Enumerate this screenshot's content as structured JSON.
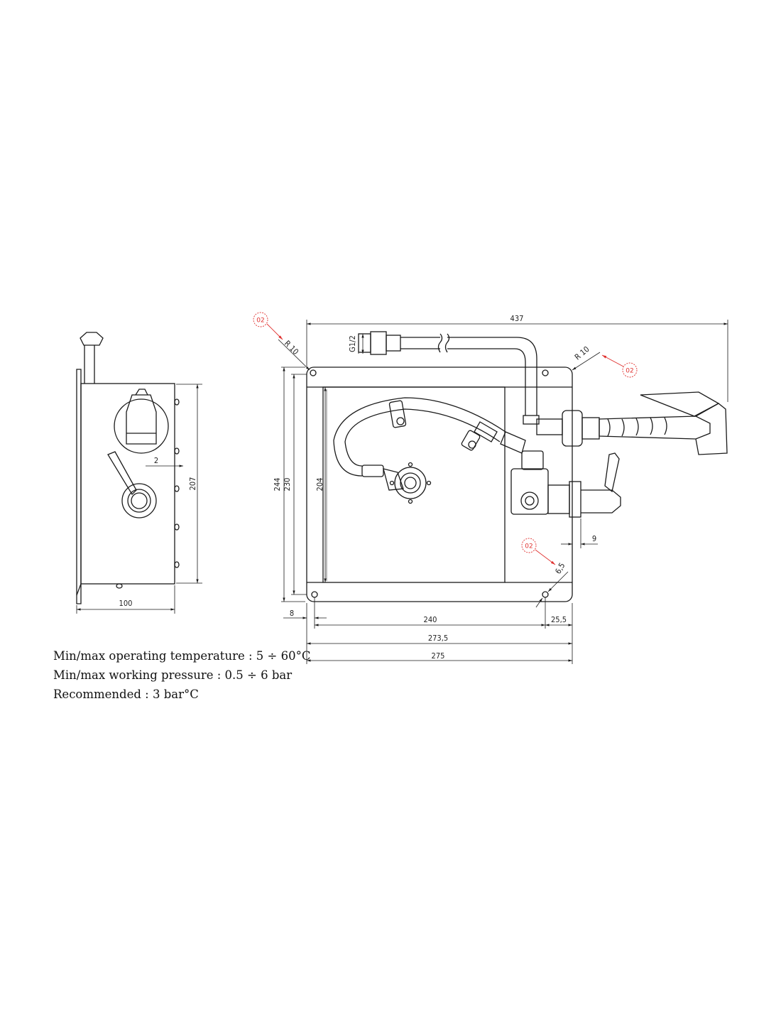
{
  "side_view": {
    "dim_width": "100",
    "dim_height": "207",
    "dim_offset": "2"
  },
  "front_view": {
    "dim_overall": "437",
    "dim_h_outer": "244",
    "dim_h_mid": "230",
    "dim_h_inner": "204",
    "dim_thread": "G1/2",
    "dim_left_flange": "8",
    "dim_inner_width": "240",
    "dim_right_flange": "25,5",
    "dim_mid_width": "273,5",
    "dim_outer_width": "275",
    "dim_radius_left": "R 10",
    "dim_radius_right": "R 10",
    "dim_valve_offset": "9",
    "dim_hole": "6,5"
  },
  "callouts": [
    {
      "label": "02"
    },
    {
      "label": "02"
    },
    {
      "label": "02"
    }
  ],
  "specs": {
    "line1": "Min/max operating temperature : 5 ÷ 60°C",
    "line2": "Min/max working pressure : 0.5 ÷ 6 bar",
    "line3": "Recommended : 3 bar°C"
  },
  "colors": {
    "line": "#1a1a1a",
    "callout": "#e0312f"
  }
}
